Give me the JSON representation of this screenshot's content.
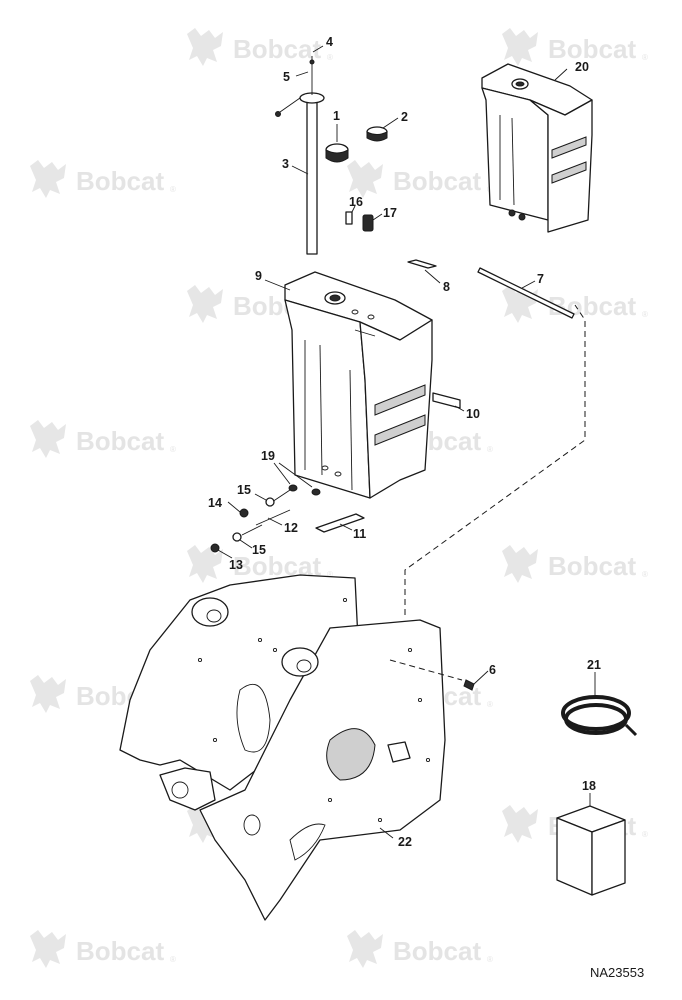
{
  "watermark": {
    "brand": "Bobcat",
    "registered": "®"
  },
  "callouts": [
    "1",
    "2",
    "3",
    "4",
    "5",
    "6",
    "7",
    "8",
    "9",
    "10",
    "11",
    "12",
    "13",
    "14",
    "15",
    "15",
    "16",
    "17",
    "18",
    "19",
    "20",
    "21",
    "22"
  ],
  "drawing_code": "NA23553"
}
